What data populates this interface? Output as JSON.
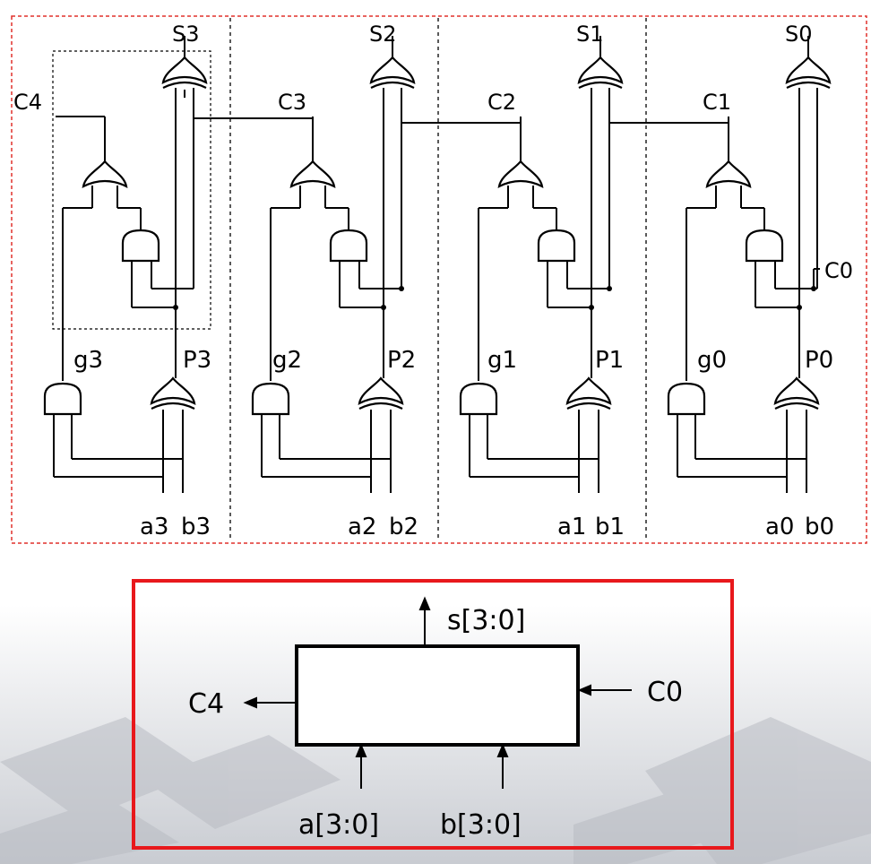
{
  "ripple_adder": {
    "stages": [
      {
        "sum": "S3",
        "carry": "C4",
        "g": "g3",
        "p": "P3",
        "a": "a3",
        "b": "b3"
      },
      {
        "sum": "S2",
        "carry": "C3",
        "g": "g2",
        "p": "P2",
        "a": "a2",
        "b": "b2"
      },
      {
        "sum": "S1",
        "carry": "C2",
        "g": "g1",
        "p": "P1",
        "a": "a1",
        "b": "b1"
      },
      {
        "sum": "S0",
        "carry": "C1",
        "g": "g0",
        "p": "P0",
        "a": "a0",
        "b": "b0"
      }
    ],
    "carry_in": "C0"
  },
  "block": {
    "output_sum": "s[3:0]",
    "carry_out": "C4",
    "carry_in": "C0",
    "input_a": "a[3:0]",
    "input_b": "b[3:0]"
  },
  "colors": {
    "frame_red": "#e8181c",
    "dashed_red": "#e0302c",
    "wire": "#000000"
  }
}
